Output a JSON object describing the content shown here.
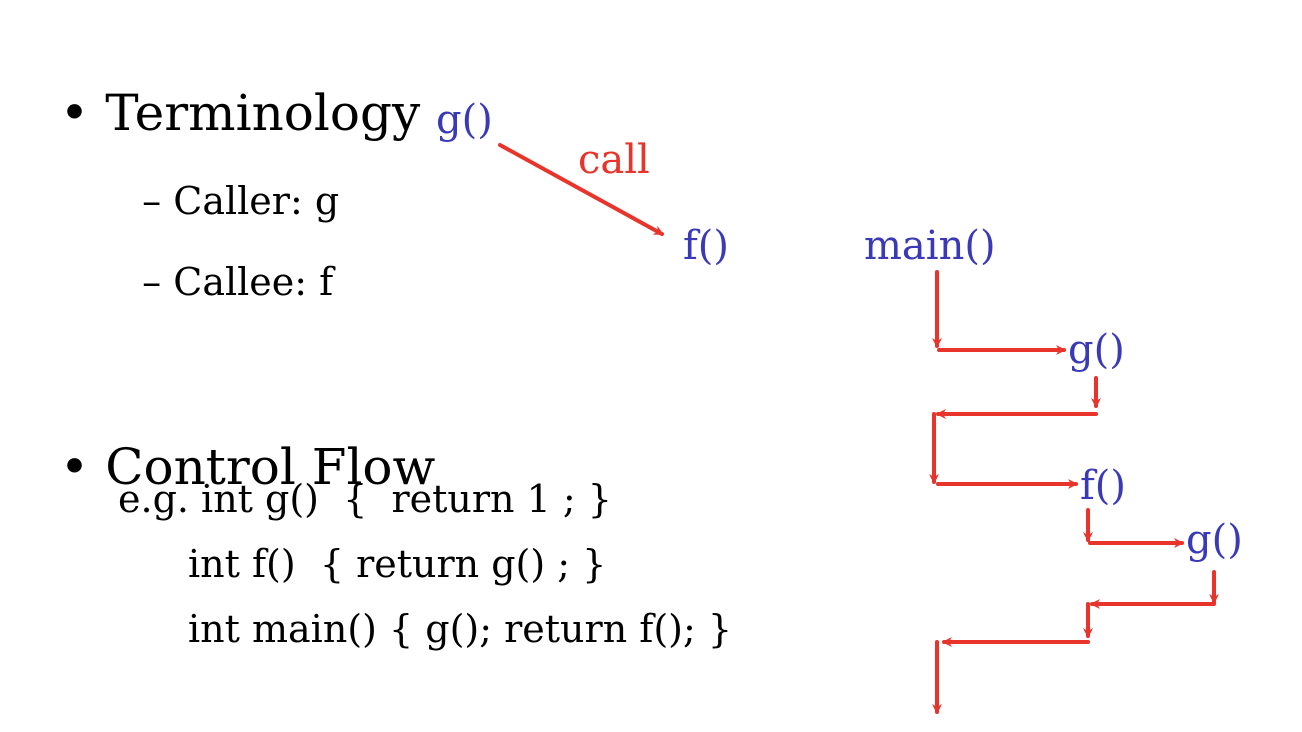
{
  "slide": {
    "bullets": [
      {
        "title": "Terminology",
        "subitems": [
          "Caller: g",
          "Callee: f"
        ]
      },
      {
        "title": "Control Flow",
        "code_lines": [
          "e.g. int g()  {  return 1 ; }",
          "int f()  { return g() ; }",
          "int main() { g(); return f(); }"
        ]
      }
    ],
    "call_diagram": {
      "caller": "g()",
      "callee": "f()",
      "edge_label": "call"
    },
    "flow_diagram": {
      "nodes": [
        "main()",
        "g()",
        "f()",
        "g()"
      ]
    }
  },
  "colors": {
    "function_name": "#3a3ab8",
    "arrow": "#e8342a"
  }
}
